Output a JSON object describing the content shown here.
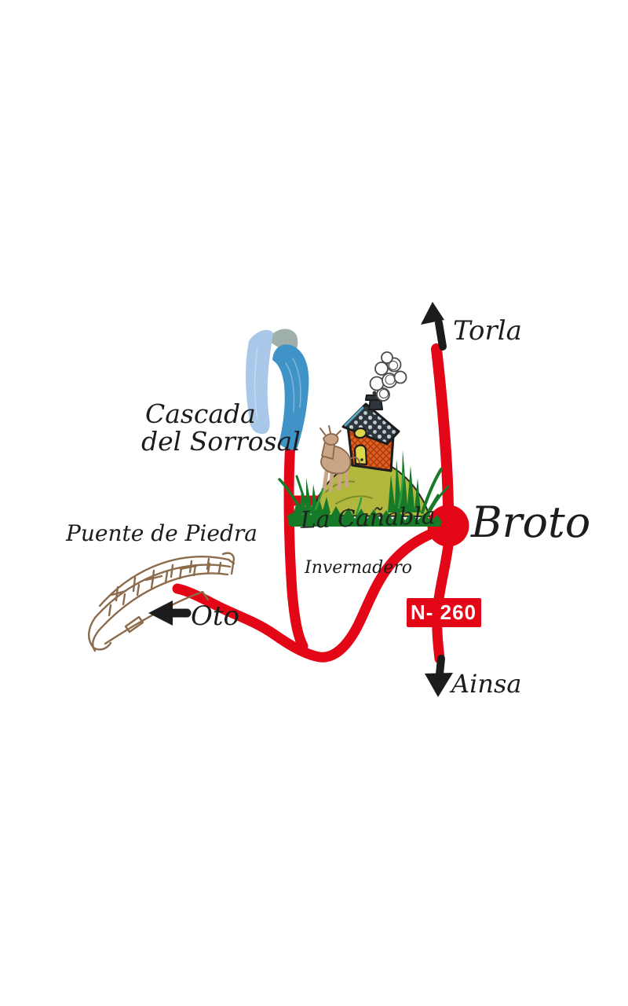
{
  "page": {
    "background": "#ffffff"
  },
  "map": {
    "labels": {
      "cascada_line1": "Cascada",
      "cascada_line2": "del Sorrosal",
      "puente": "Puente de Piedra",
      "oto": "Oto",
      "torla": "Torla",
      "broto": "Broto",
      "ainsa": "Ainsa",
      "place": "La Cañabla",
      "invernadero": "Invernadero"
    },
    "sign": {
      "code": "N- 260"
    },
    "colors": {
      "road": "#e30616",
      "ink": "#1c1c1c",
      "sign_text": "#ffffff",
      "bridge": "#8b6b4b",
      "water_light": "#a9c7e8",
      "water_dark": "#3f93c7",
      "water_gray": "#9fafac",
      "house_wall": "#e2611f",
      "house_hatch": "#a93a10",
      "roof": "#2f363b",
      "roof_dot": "#bfccd1",
      "roof_eave": "#57a8c0",
      "window": "#ddd74e",
      "mound": "#b2b83e",
      "mound_line": "#7d8c2c",
      "grass": "#177a29",
      "grass_light": "#2f9e3e",
      "animal": "#c9a485",
      "animal_line": "#8a684c",
      "smoke": "#4a4a4a"
    }
  }
}
